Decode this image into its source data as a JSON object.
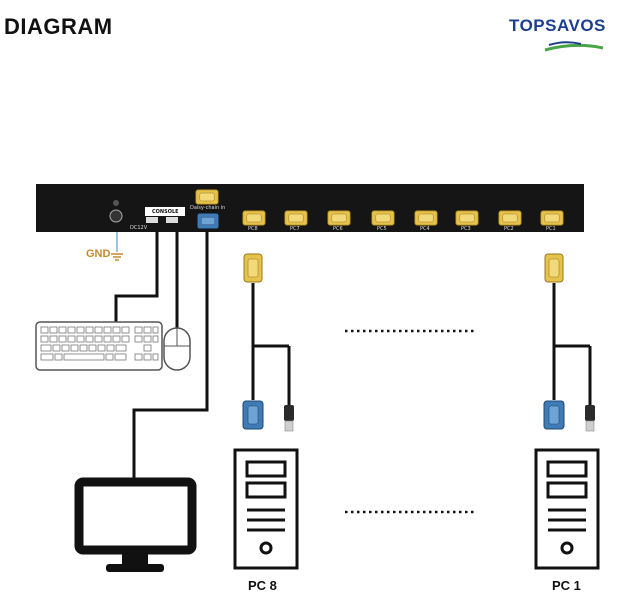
{
  "header": {
    "title": "DIAGRAM"
  },
  "brand": {
    "name": "TOPSAVOS"
  },
  "device": {
    "dc_label": "DC12V",
    "console_label": "CONSOLE",
    "daisy_chain_label": "Daisy-chain in",
    "ports": [
      "PC8",
      "PC7",
      "PC6",
      "PC5",
      "PC4",
      "PC3",
      "PC2",
      "PC1"
    ]
  },
  "gnd_label": "GND",
  "pc_labels": {
    "left": "PC 8",
    "right": "PC 1"
  },
  "colors": {
    "device": "#151515",
    "vga_gold": "#e7c24a",
    "vga_blue": "#3f7bb4",
    "brand_blue": "#1b3f8c",
    "brand_green": "#47a447",
    "gnd_orange": "#c58a2c"
  }
}
